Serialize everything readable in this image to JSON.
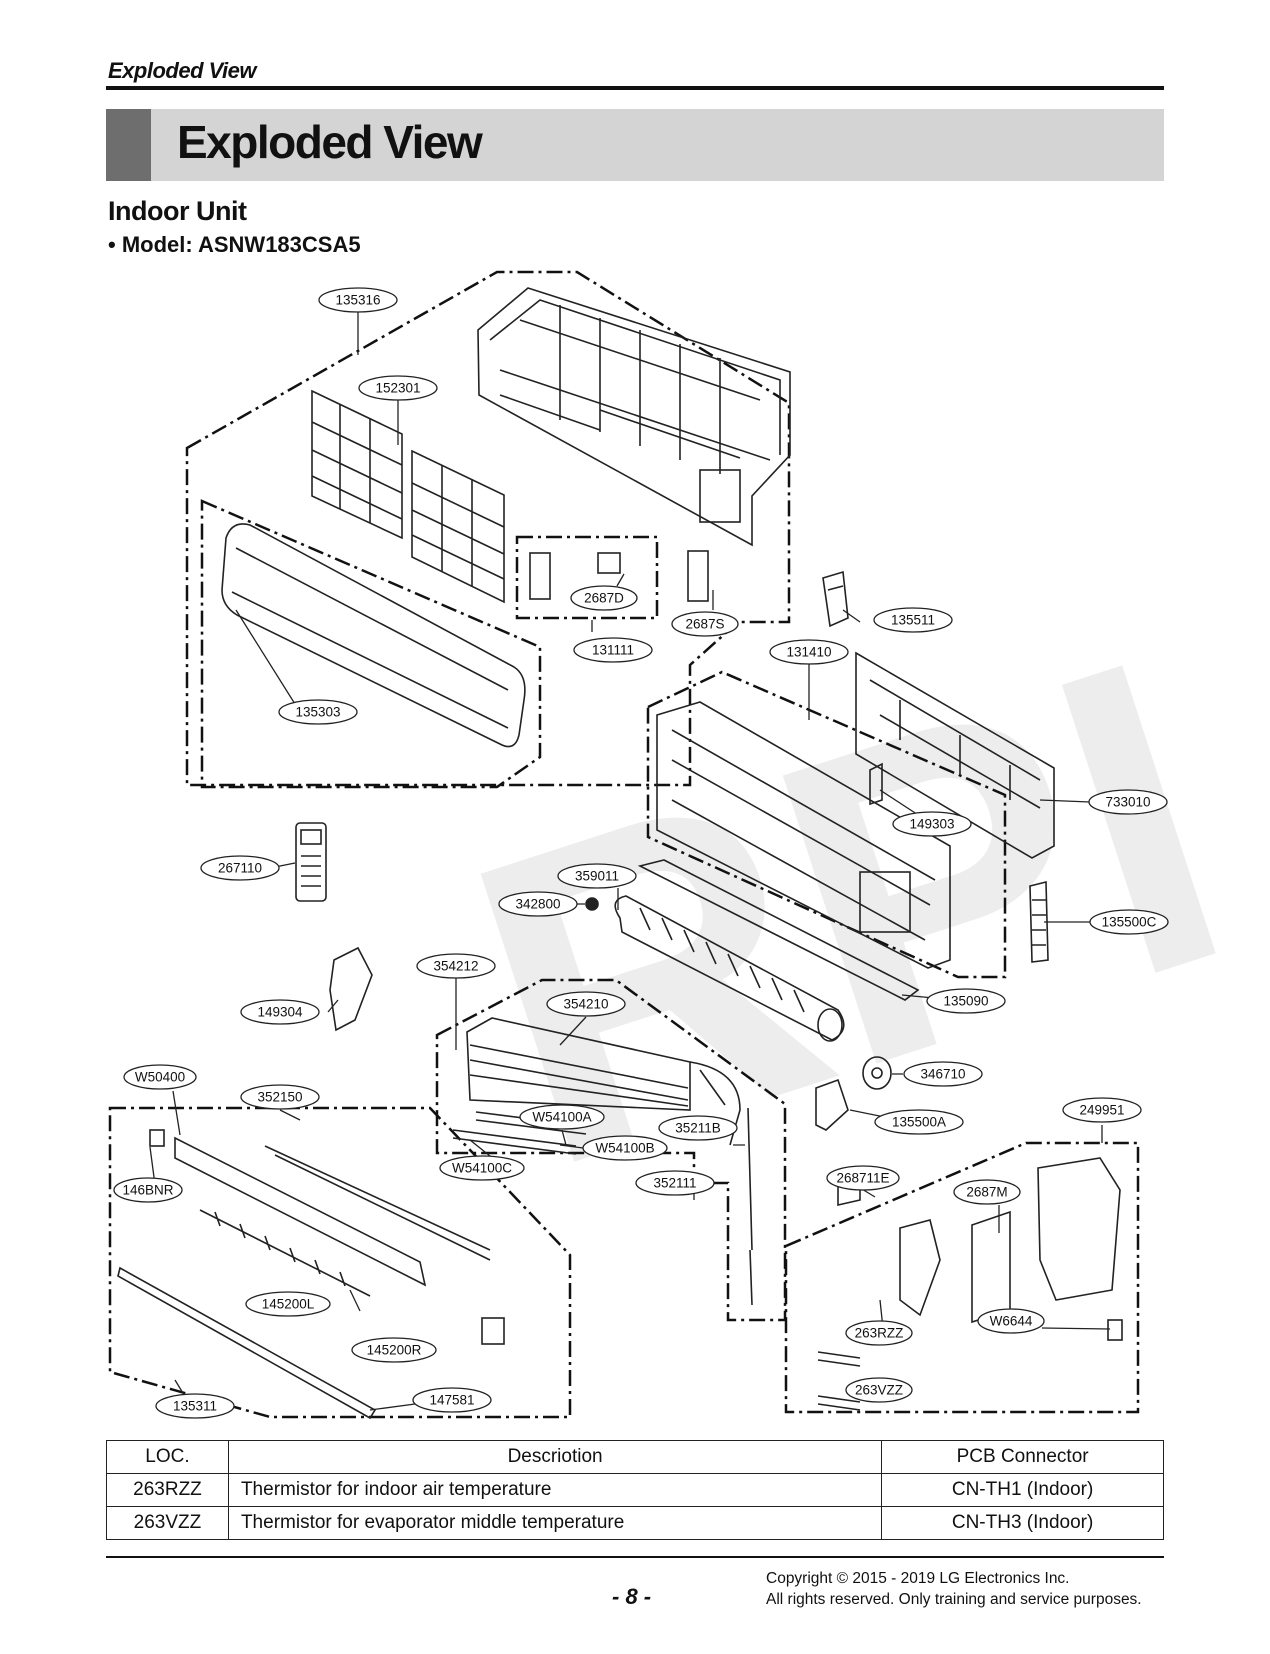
{
  "header": {
    "running_title": "Exploded View",
    "banner_title": "Exploded View"
  },
  "section": {
    "title": "Indoor Unit",
    "model": "• Model: ASNW183CSA5"
  },
  "watermark": "RPI",
  "parts": [
    "135316",
    "152301",
    "2687D",
    "2687S",
    "131111",
    "135511",
    "131410",
    "135303",
    "733010",
    "149303",
    "267110",
    "359011",
    "342800",
    "135500C",
    "354212",
    "149304",
    "354210",
    "135090",
    "346710",
    "W50400",
    "352150",
    "135500A",
    "249951",
    "W54100A",
    "W54100B",
    "35211B",
    "W54100C",
    "146BNR",
    "352111",
    "268711E",
    "2687M",
    "145200L",
    "W6644",
    "145200R",
    "263RZZ",
    "263VZZ",
    "135311",
    "147581"
  ],
  "table": {
    "headers": [
      "LOC.",
      "Descriotion",
      "PCB Connector"
    ],
    "rows": [
      [
        "263RZZ",
        "Thermistor for indoor air temperature",
        "CN-TH1 (Indoor)"
      ],
      [
        "263VZZ",
        "Thermistor for evaporator middle temperature",
        "CN-TH3 (Indoor)"
      ]
    ]
  },
  "footer": {
    "page": "- 8 -",
    "copyright": "Copyright © 2015 - 2019 LG Electronics Inc.",
    "rights": "All rights reserved. Only training and service purposes."
  }
}
